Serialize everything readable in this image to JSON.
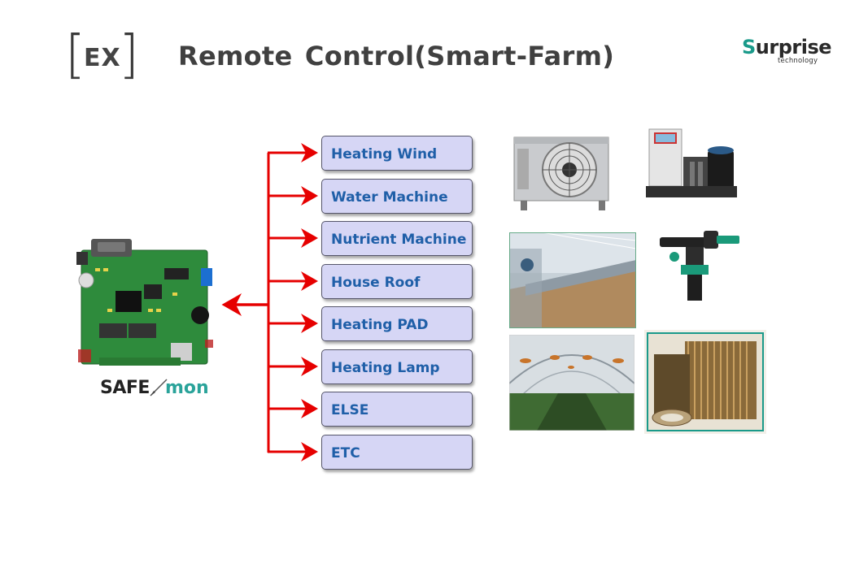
{
  "header": {
    "ex_bracket_left": "[",
    "ex_label": "EX",
    "ex_bracket_right": "]",
    "title": "Remote Control(Smart-Farm)"
  },
  "logo": {
    "first_letter": "S",
    "rest": "urprise",
    "subtitle": "technology"
  },
  "controller": {
    "brand_left": "SAFE",
    "brand_right": "mon"
  },
  "devices": [
    {
      "label": "Heating Wind"
    },
    {
      "label": "Water Machine"
    },
    {
      "label": "Nutrient Machine"
    },
    {
      "label": "House Roof"
    },
    {
      "label": "Heating PAD"
    },
    {
      "label": "Heating Lamp"
    },
    {
      "label": "ELSE"
    },
    {
      "label": "ETC"
    }
  ],
  "colors": {
    "arrow": "#e60000",
    "box_fill": "#d6d6f5",
    "box_text": "#1f5fa8",
    "title_text": "#404040"
  },
  "photos": [
    {
      "icon": "heating-fan-unit-photo"
    },
    {
      "icon": "water-machine-photo"
    },
    {
      "icon": "greenhouse-roof-photo"
    },
    {
      "icon": "sprinkler-photo"
    },
    {
      "icon": "greenhouse-lamp-photo"
    },
    {
      "icon": "heating-film-roll-photo"
    }
  ]
}
